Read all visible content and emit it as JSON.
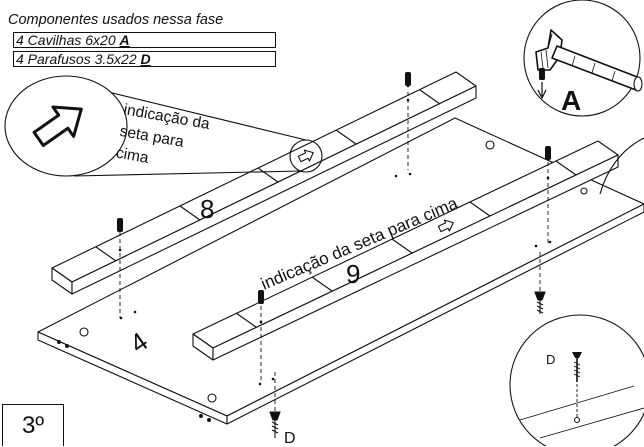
{
  "components": {
    "title": "Componentes usados nessa fase",
    "items": [
      {
        "qty": "4 Cavilhas 6x20",
        "code": "A"
      },
      {
        "qty": "4 Parafusos 3.5x22",
        "code": "D"
      }
    ]
  },
  "callout": {
    "line1": "indicação da",
    "line2": "seta para",
    "line3": "cima"
  },
  "board_arrow_label": "indicação da seta para cima",
  "part_labels": {
    "rail_top": "8",
    "rail_front": "9",
    "panel": "4"
  },
  "detail_hammer": {
    "letter": "A"
  },
  "detail_screw": {
    "letter": "D"
  },
  "screw_bottom_label": "D",
  "step": "3º"
}
